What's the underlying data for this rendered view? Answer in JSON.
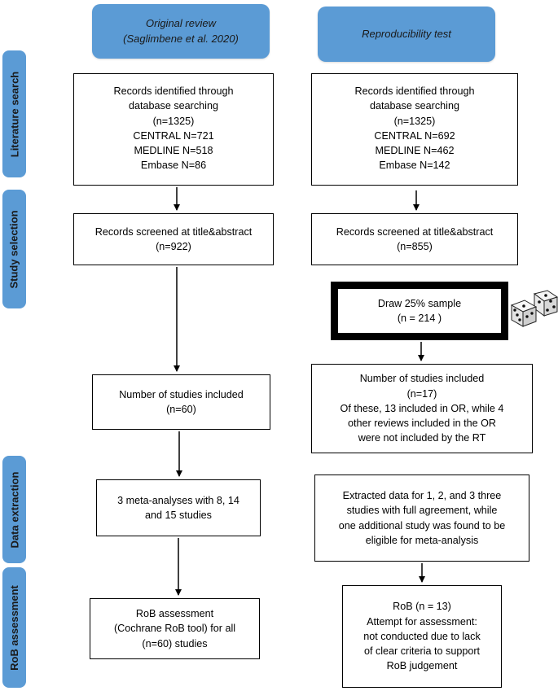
{
  "headers": {
    "left": [
      "Original review",
      "(Saglimbene et al. 2020)"
    ],
    "right": [
      "Reproducibility test"
    ]
  },
  "stages": {
    "literature": "Literature search",
    "selection": "Study selection",
    "extraction": "Data extraction",
    "rob": "RoB assessment"
  },
  "original": {
    "identified": [
      "Records identified through",
      "database searching",
      "(n=1325)",
      "CENTRAL N=721",
      "MEDLINE N=518",
      "Embase N=86"
    ],
    "screened": [
      "Records screened at title&abstract",
      "(n=922)"
    ],
    "included": [
      "Number of studies included",
      "(n=60)"
    ],
    "extraction": [
      "3 meta-analyses with 8, 14",
      "and 15 studies"
    ],
    "rob": [
      "RoB assessment",
      "(Cochrane RoB tool) for all",
      "(n=60) studies"
    ]
  },
  "reproduction": {
    "identified": [
      "Records identified through",
      "database searching",
      "(n=1325)",
      "CENTRAL N=692",
      "MEDLINE N=462",
      "Embase N=142"
    ],
    "screened": [
      "Records screened at title&abstract",
      "(n=855)"
    ],
    "sample": [
      "Draw 25% sample",
      "(n = 214 )"
    ],
    "included": [
      "Number of studies included",
      "(n=17)",
      "Of these, 13 included in OR, while 4",
      "other reviews included in the OR",
      "were not included by the RT"
    ],
    "extraction": [
      "Extracted data for 1, 2, and 3 three",
      "studies with full agreement, while",
      "one additional study was found to be",
      "eligible for meta-analysis"
    ],
    "rob": [
      "RoB (n = 13)",
      "Attempt for assessment:",
      "not conducted due to lack",
      "of clear criteria to support",
      "RoB judgement"
    ]
  },
  "icons": {
    "dice": "dice-icon"
  },
  "colors": {
    "stage_fill": "#5b9bd5",
    "box_border": "#000000"
  }
}
